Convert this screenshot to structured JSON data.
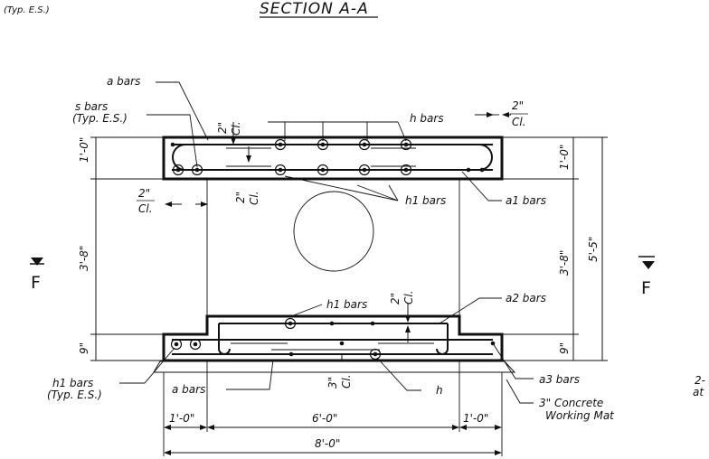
{
  "header": {
    "corner_note": "(Typ. E.S.)",
    "section_title": "SECTION A-A"
  },
  "cut_marks": {
    "left": "F",
    "right": "F"
  },
  "labels": {
    "a_bars_top": "a bars",
    "s_bars": "s bars",
    "s_bars_note": "(Typ. E.S.)",
    "h_bars": "h bars",
    "h1_bars_top": "h1 bars",
    "a1_bars": "a1 bars",
    "h1_bars_bottom": "h1 bars",
    "a2_bars": "a2 bars",
    "h1_bars_left": "h1 bars",
    "h1_bars_left_note": "(Typ. E.S.)",
    "a_bars_bottom": "a bars",
    "h": "h",
    "a3_bars": "a3  bars",
    "working_mat_line1": "3\" Concrete",
    "working_mat_line2": "Working Mat",
    "edge_note_line1": "2-",
    "edge_note_line2": "at"
  },
  "clearances": {
    "top_right": "2\"",
    "top_right_cl": "Cl.",
    "top_mid": "2\"",
    "top_mid_cl": "Cl.",
    "left_mid": "2\"",
    "left_mid_cl": "Cl.",
    "mid": "2\"",
    "mid_cl": "Cl.",
    "bot_inner": "2\"",
    "bot_inner_cl": "Cl.",
    "bot": "3\"",
    "bot_cl": "Cl."
  },
  "dimensions": {
    "left_top": "1'-0\"",
    "left_mid": "3'-8\"",
    "left_bot": "9\"",
    "right_top": "1'-0\"",
    "right_mid": "3'-8\"",
    "right_bot": "9\"",
    "right_total": "5'-5\"",
    "bottom_left": "1'-0\"",
    "bottom_mid": "6'-0\"",
    "bottom_right": "1'-0\"",
    "bottom_total": "8'-0\""
  }
}
